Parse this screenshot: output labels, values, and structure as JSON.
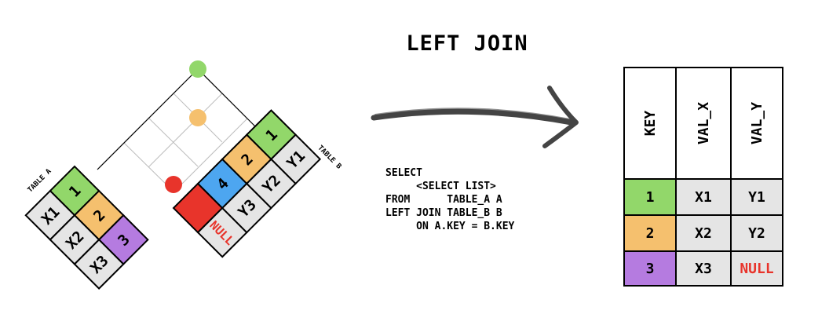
{
  "title": "LEFT JOIN",
  "colors": {
    "green": "#92d76a",
    "orange": "#f5c06e",
    "purple": "#b57be0",
    "blue": "#4da6f0",
    "red": "#e8342b",
    "gray": "#e5e5e5",
    "null_text": "#e8342b"
  },
  "table_a": {
    "label": "TABLE A",
    "rows": [
      {
        "key": "1",
        "val": "X1"
      },
      {
        "key": "2",
        "val": "X2"
      },
      {
        "key": "3",
        "val": "X3"
      }
    ]
  },
  "table_b": {
    "label": "TABLE B",
    "rows": [
      {
        "key": "1",
        "val": "Y1"
      },
      {
        "key": "2",
        "val": "Y2"
      },
      {
        "key": "4",
        "val": "Y3"
      }
    ]
  },
  "unmatched_value": "NULL",
  "sql": {
    "lines": [
      "SELECT",
      "     <SELECT LIST>",
      "FROM      TABLE_A A",
      "LEFT JOIN TABLE_B B",
      "     ON A.KEY = B.KEY"
    ]
  },
  "result": {
    "headers": [
      "KEY",
      "VAL_X",
      "VAL_Y"
    ],
    "rows": [
      {
        "key": "1",
        "val_x": "X1",
        "val_y": "Y1"
      },
      {
        "key": "2",
        "val_x": "X2",
        "val_y": "Y2"
      },
      {
        "key": "3",
        "val_x": "X3",
        "val_y": "NULL"
      }
    ]
  }
}
